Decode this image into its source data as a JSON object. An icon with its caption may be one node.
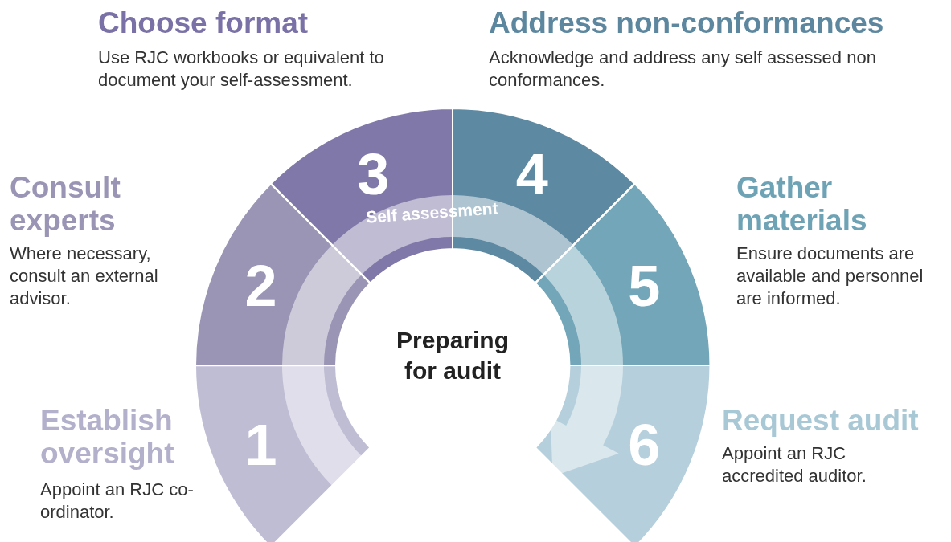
{
  "diagram": {
    "nodes": [
      {
        "text": [
          "1"
        ],
        "beside": [
          "Establish oversight",
          "Appoint an RJC co-ordinator."
        ]
      },
      {
        "text": [
          "2"
        ],
        "beside": [
          "Consult experts",
          "Where necessary, consult an external advisor."
        ]
      },
      {
        "text": [
          "3"
        ],
        "beside": [
          "Choose format",
          "Use RJC workbooks or equivalent to document your self-assessment."
        ]
      },
      {
        "text": [
          "4"
        ],
        "beside": [
          "Address non-conformances",
          "Acknowledge and address any self assessed non conformances."
        ]
      },
      {
        "text": [
          "5"
        ],
        "beside": [
          "Gather materials",
          "Ensure documents are available and personnel are informed."
        ]
      },
      {
        "text": [
          "6"
        ],
        "beside": [
          "Request audit",
          "Appoint an RJC accredited auditor."
        ]
      }
    ],
    "labels": [
      "Self assessment",
      "Preparing for audit"
    ]
  }
}
